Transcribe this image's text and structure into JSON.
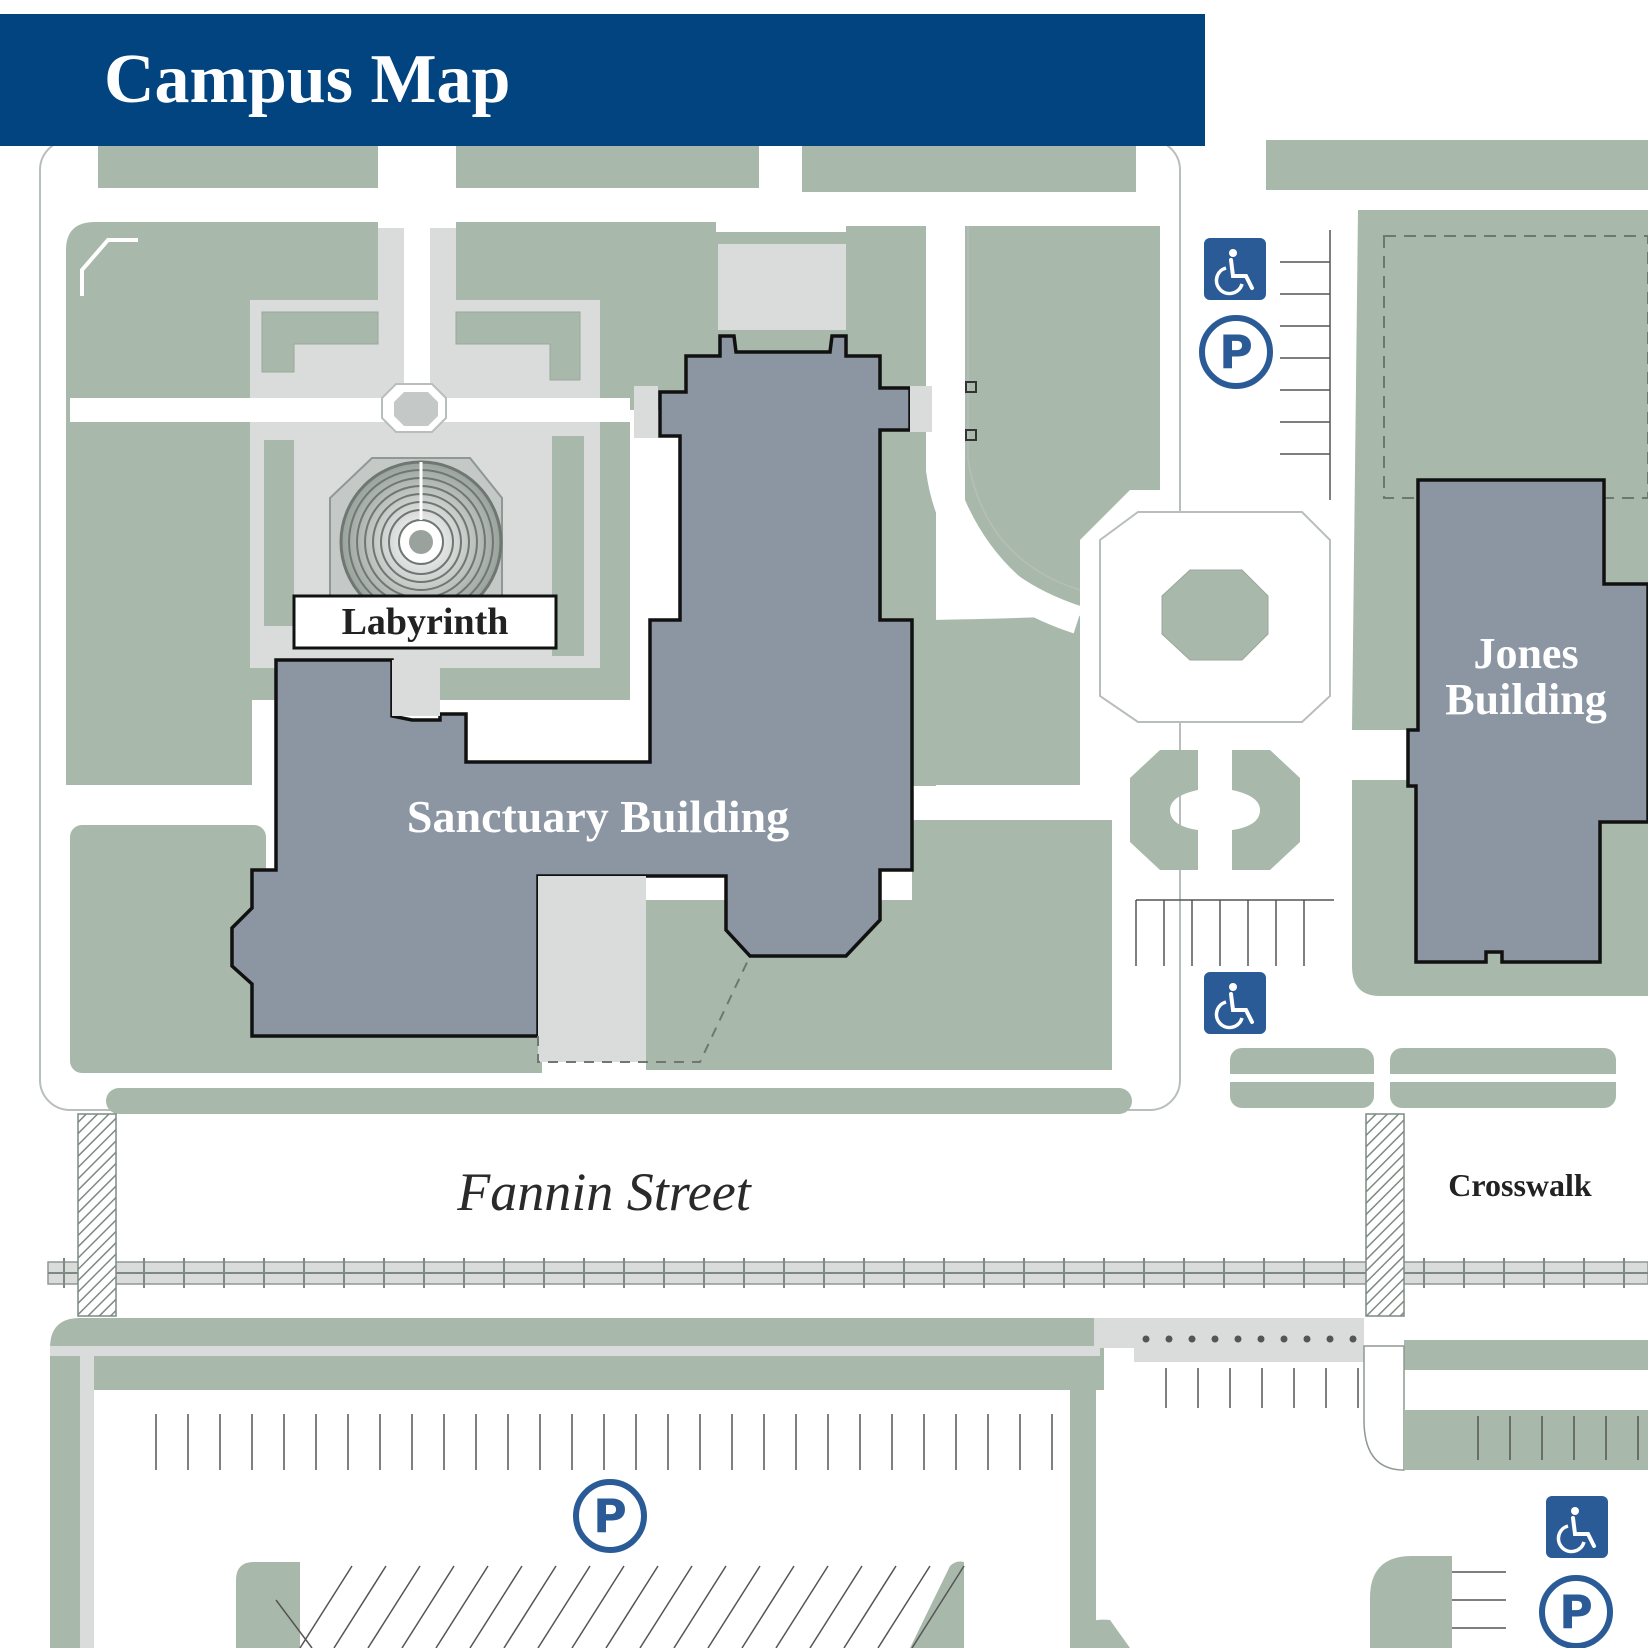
{
  "header": {
    "title": "Campus Map"
  },
  "labels": {
    "labyrinth": "Labyrinth",
    "sanctuary": "Sanctuary Building",
    "jones_line1": "Jones",
    "jones_line2": "Building",
    "street": "Fannin Street",
    "crosswalk": "Crosswalk"
  },
  "icons": {
    "accessible": "accessible-parking-icon",
    "parking": "parking-icon",
    "parking_letter": "P"
  },
  "colors": {
    "header_blue": "#02447f",
    "lawn": "#a8b8aa",
    "building": "#8c96a3",
    "plaza": "#d9dcdb",
    "walkway": "#ffffff",
    "sign_blue": "#2a5b97"
  }
}
